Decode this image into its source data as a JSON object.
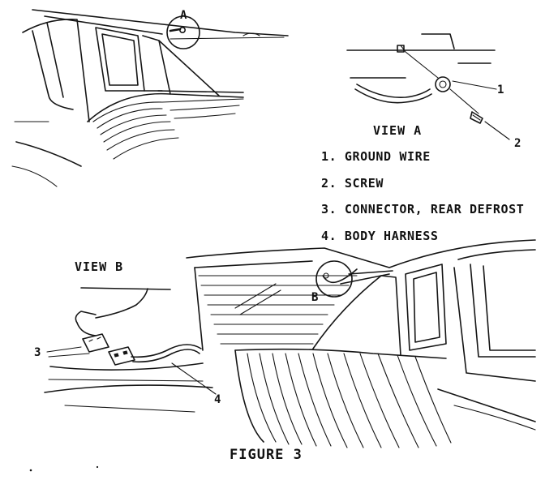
{
  "figure": {
    "caption": "FIGURE 3"
  },
  "view_a": {
    "title": "VIEW A",
    "callout_letter": "A",
    "callouts": [
      "1",
      "2"
    ],
    "legend": [
      {
        "number": "1.",
        "text": "GROUND WIRE"
      },
      {
        "number": "2.",
        "text": "SCREW"
      },
      {
        "number": "3.",
        "text": "CONNECTOR, REAR DEFROST"
      },
      {
        "number": "4.",
        "text": "BODY HARNESS"
      }
    ]
  },
  "view_b": {
    "title": "VIEW B",
    "callout_letter": "B",
    "callouts": [
      "3",
      "4"
    ]
  },
  "colors": {
    "ink": "#151515",
    "paper": "#ffffff"
  }
}
